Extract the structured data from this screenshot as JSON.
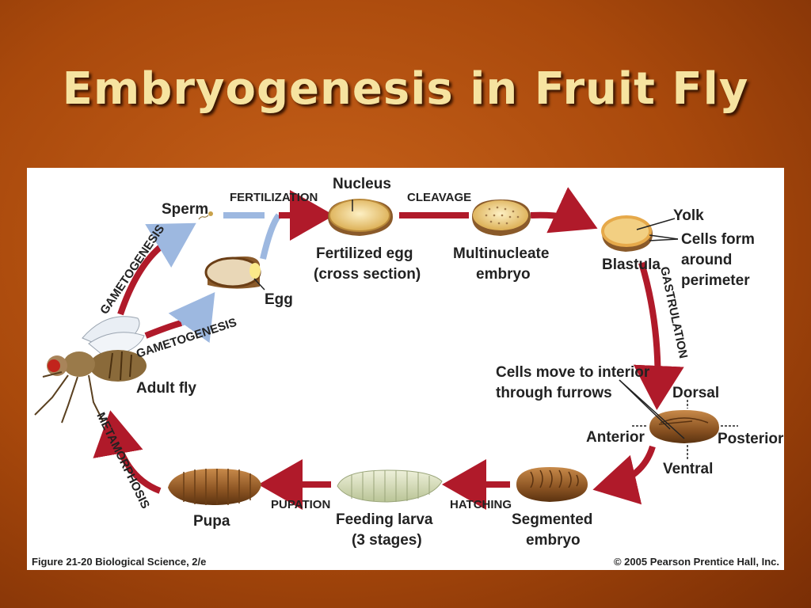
{
  "slide": {
    "title": "Embryogenesis in Fruit Fly",
    "background_color": "#b5510f",
    "title_color": "#f6e3a0"
  },
  "diagram": {
    "process_labels": {
      "fertilization": "FERTILIZATION",
      "cleavage": "CLEAVAGE",
      "gastrulation": "GASTRULATION",
      "hatching": "HATCHING",
      "pupation": "PUPATION",
      "metamorphosis": "METAMORPHOSIS",
      "gametogenesis_upper": "GAMETOGENESIS",
      "gametogenesis_lower": "GAMETOGENESIS"
    },
    "stage_labels": {
      "sperm": "Sperm",
      "egg": "Egg",
      "nucleus": "Nucleus",
      "fertilized_egg_line1": "Fertilized egg",
      "fertilized_egg_line2": "(cross section)",
      "multinucleate_line1": "Multinucleate",
      "multinucleate_line2": "embryo",
      "yolk": "Yolk",
      "cells_form_line1": "Cells form",
      "cells_form_line2": "around",
      "cells_form_line3": "perimeter",
      "blastula": "Blastula",
      "cells_move_line1": "Cells move to interior",
      "cells_move_line2": "through furrows",
      "dorsal": "Dorsal",
      "ventral": "Ventral",
      "anterior": "Anterior",
      "posterior": "Posterior",
      "segmented_line1": "Segmented",
      "segmented_line2": "embryo",
      "feeding_larva_line1": "Feeding larva",
      "feeding_larva_line2": "(3 stages)",
      "pupa": "Pupa",
      "adult_fly": "Adult fly"
    },
    "footer": {
      "figure_caption": "Figure 21-20   Biological Science, 2/e",
      "copyright": "© 2005 Pearson Prentice Hall, Inc."
    },
    "colors": {
      "arrow_red": "#b01a2a",
      "arrow_blue": "#9db8e0",
      "egg_fill": "#f3d98a",
      "brown": "#8a5a2a"
    }
  }
}
